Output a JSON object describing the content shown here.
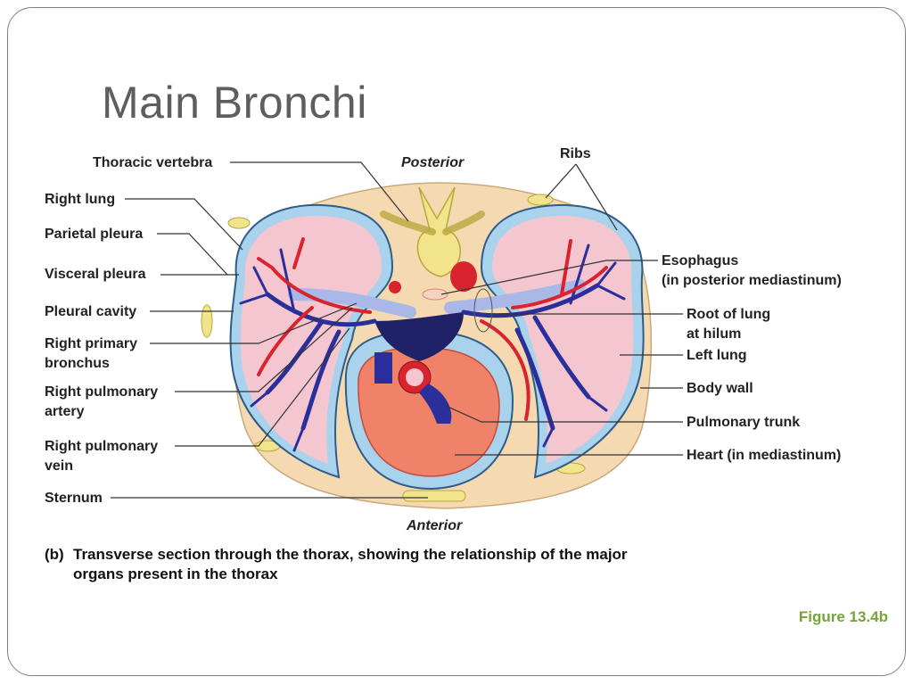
{
  "slide": {
    "title": "Main Bronchi",
    "figure_ref": "Figure 13.4b"
  },
  "diagram": {
    "orientation_top": "Posterior",
    "orientation_bottom": "Anterior",
    "labels_left": [
      "Thoracic vertebra",
      "Right lung",
      "Parietal pleura",
      "Visceral pleura",
      "Pleural cavity",
      "Right primary",
      "bronchus",
      "Right pulmonary",
      "artery",
      "Right pulmonary",
      "vein",
      "Sternum"
    ],
    "labels_right": [
      "Ribs",
      "Esophagus",
      "(in posterior mediastinum)",
      "Root of lung",
      "at hilum",
      "Left lung",
      "Body wall",
      "Pulmonary trunk",
      "Heart (in mediastinum)"
    ],
    "caption_prefix": "(b)",
    "caption_line1": "Transverse section through the thorax, showing the relationship of the major",
    "caption_line2": "organs present in the thorax"
  },
  "colors": {
    "title": "#5e5e5e",
    "figure_ref": "#76a33a",
    "body_wall": "#f5d9b0",
    "lung": "#f4c6cf",
    "pleura": "#a9d3ec",
    "bone": "#f1e48a",
    "artery": "#d9232e",
    "vein": "#2b2f9b",
    "heart": "#f0826a"
  }
}
